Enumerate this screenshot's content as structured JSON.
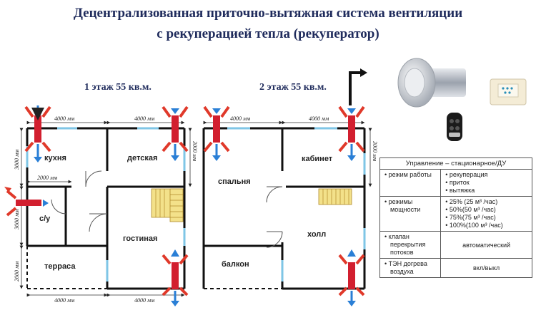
{
  "title": {
    "line1": "Децентрализованная приточно-вытяжная система вентиляции",
    "line2": "с рекуперацией тепла (рекуператор)"
  },
  "floors": [
    {
      "label": "1 этаж 55 кв.м."
    },
    {
      "label": "2 этаж 55 кв.м."
    }
  ],
  "rooms": {
    "kitchen": "кухня",
    "kids": "детская",
    "wc": "с/у",
    "living": "гостиная",
    "terrace": "терраса",
    "bedroom": "спальня",
    "office": "кабинет",
    "hall": "холл",
    "balcony": "балкон"
  },
  "dimensions": {
    "d4000": "4000 мм",
    "d3000": "3000 мм",
    "d2000": "2000 мм"
  },
  "control_table": {
    "header": "Управление – стационарное/ДУ",
    "rows": [
      {
        "left": [
          "режим работы"
        ],
        "right": [
          "рекуперация",
          "приток",
          "вытяжка"
        ]
      },
      {
        "left": [
          "режимы мощности"
        ],
        "right": [
          "25% (25 м³ /час)",
          "50%(50 м³ /час)",
          "75%(75 м³ /час)",
          "100%(100 м³ /час)"
        ]
      },
      {
        "left": [
          "клапан перекрытия потоков"
        ],
        "right_text": "автоматический"
      },
      {
        "left": [
          "ТЭН догрева воздуха"
        ],
        "right_text": "вкл/выкл"
      }
    ]
  },
  "colors": {
    "title": "#1f2b5c",
    "duct": "#d21f2f",
    "arrow_blue": "#2a7fd6",
    "arrow_red": "#e0392a",
    "wall": "#111111",
    "window": "#7fc6e6",
    "stairs": "#f3e18a"
  },
  "icons": [
    "recuperator-device-image",
    "wall-control-panel-image",
    "remote-control-image",
    "exhaust-pipe-icon"
  ]
}
